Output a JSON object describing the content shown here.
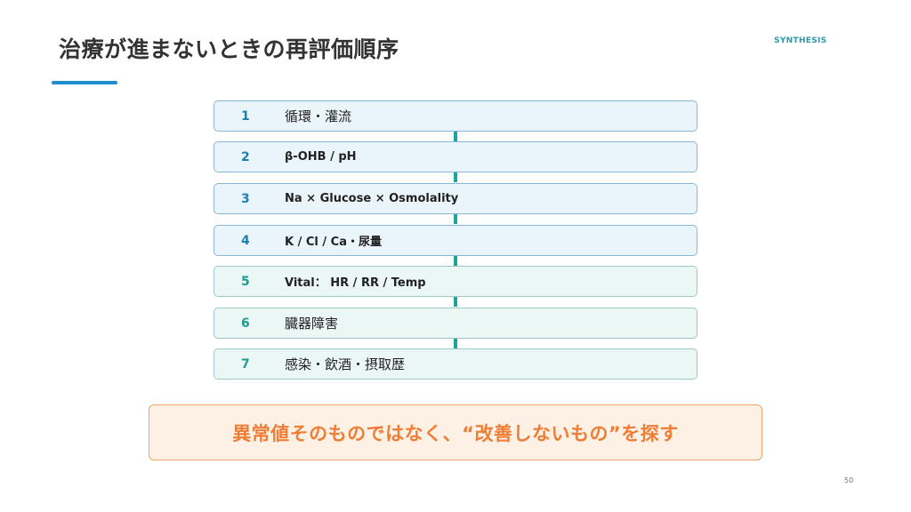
{
  "slide": {
    "title": "治療が進まないときの再評価順序",
    "section_tag": "SYNTHESIS",
    "page_number": "50"
  },
  "colors": {
    "title_underline": "#1e8fd0",
    "section_tag": "#2a9aa8",
    "step_number_blue": "#1e7fb0",
    "step_number_teal": "#1f9c8e",
    "connector": "#1aa5a3",
    "insight_text": "#ee7d35",
    "insight_border": "#f0a56a",
    "insight_background": "#fdf1e6"
  },
  "steps": [
    {
      "number": "1",
      "label": "循環・灌流"
    },
    {
      "number": "2",
      "label": "β-OHB / pH"
    },
    {
      "number": "3",
      "label": "Na × Glucose × Osmolality"
    },
    {
      "number": "4",
      "label": "K / Cl / Ca・尿量"
    },
    {
      "number": "5",
      "label": "Vital： HR / RR / Temp"
    },
    {
      "number": "6",
      "label": "臓器障害"
    },
    {
      "number": "7",
      "label": "感染・飲酒・摂取歴"
    }
  ],
  "insight": {
    "text": "異常値そのものではなく、“改善しないもの”を探す"
  }
}
